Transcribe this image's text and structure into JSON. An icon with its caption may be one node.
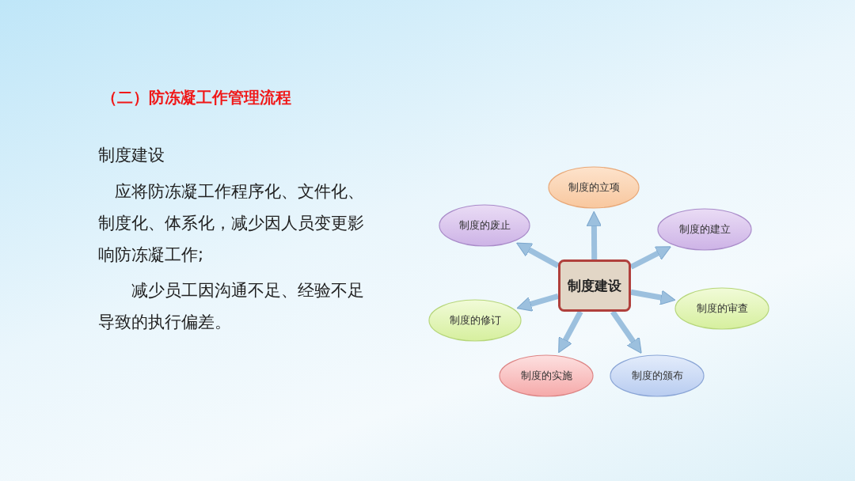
{
  "diagram": {
    "title": "（二）防冻凝工作管理流程",
    "nodes": [
      {
        "text": [
          "制度建设"
        ]
      },
      {
        "text": [
          "制度的立项"
        ]
      },
      {
        "text": [
          "制度的建立"
        ]
      },
      {
        "text": [
          "制度的审查"
        ]
      },
      {
        "text": [
          "制度的颁布"
        ]
      },
      {
        "text": [
          "制度的实施"
        ]
      },
      {
        "text": [
          "制度的修订"
        ]
      },
      {
        "text": [
          "制度的废止"
        ]
      }
    ],
    "edges": [
      {
        "from": 0,
        "to": 1,
        "arrow": "to"
      },
      {
        "from": 0,
        "to": 2,
        "arrow": "to"
      },
      {
        "from": 0,
        "to": 3,
        "arrow": "to"
      },
      {
        "from": 0,
        "to": 4,
        "arrow": "to"
      },
      {
        "from": 0,
        "to": 5,
        "arrow": "to"
      },
      {
        "from": 0,
        "to": 6,
        "arrow": "to"
      },
      {
        "from": 0,
        "to": 7,
        "arrow": "to"
      }
    ],
    "labels": [
      "制度建设",
      "应将防冻凝工作程序化、文件化、制度化、体系化，减少因人员变更影响防冻凝工作;",
      "减少员工因沟通不足、经验不足导致的执行偏差。"
    ]
  }
}
